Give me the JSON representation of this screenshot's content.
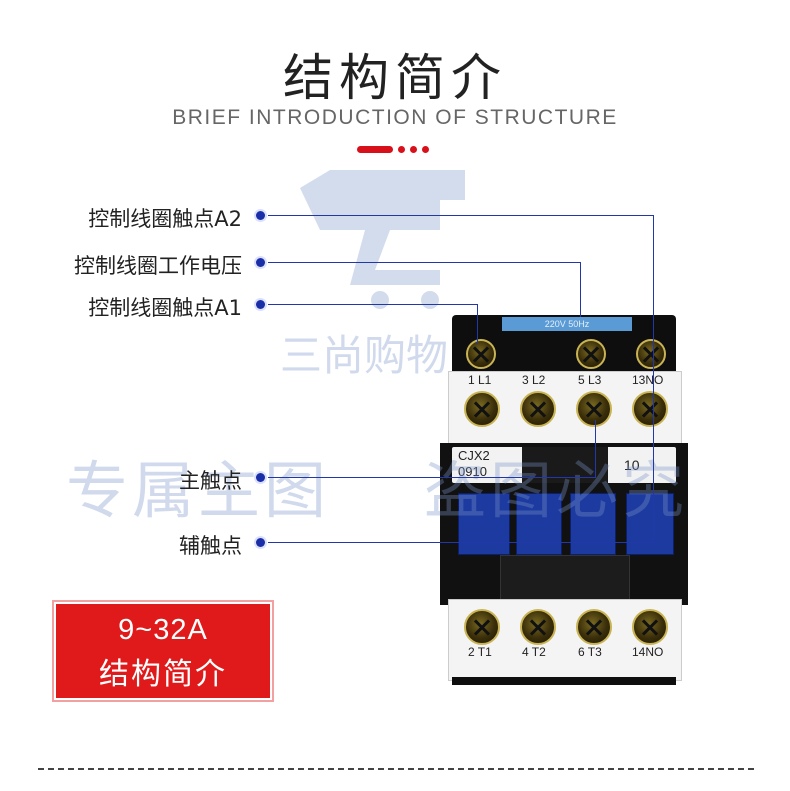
{
  "header": {
    "title": "结构简介",
    "subtitle": "BRIEF INTRODUCTION OF STRUCTURE"
  },
  "callouts": {
    "a2": "控制线圈触点A2",
    "voltage": "控制线圈工作电压",
    "a1": "控制线圈触点A1",
    "main": "主触点",
    "aux": "辅触点"
  },
  "watermarks": {
    "store": "三尚购物",
    "main_image": "专属主图",
    "tail": "盗图必究"
  },
  "device": {
    "model_line1": "CJX2",
    "model_line2": "0910",
    "aux_code": "10",
    "label_strip": "220V 50Hz",
    "top_terminals": [
      "1 L1",
      "3 L2",
      "5 L3",
      "13NO"
    ],
    "bottom_terminals": [
      "2 T1",
      "4 T2",
      "6 T3",
      "14NO"
    ]
  },
  "badge": {
    "range": "9~32A",
    "text": "结构简介"
  },
  "colors": {
    "accent_red": "#d8101a",
    "line_blue": "#2238a8",
    "contactor_blue": "#1d3aa0",
    "badge_red": "#e01a1a"
  }
}
